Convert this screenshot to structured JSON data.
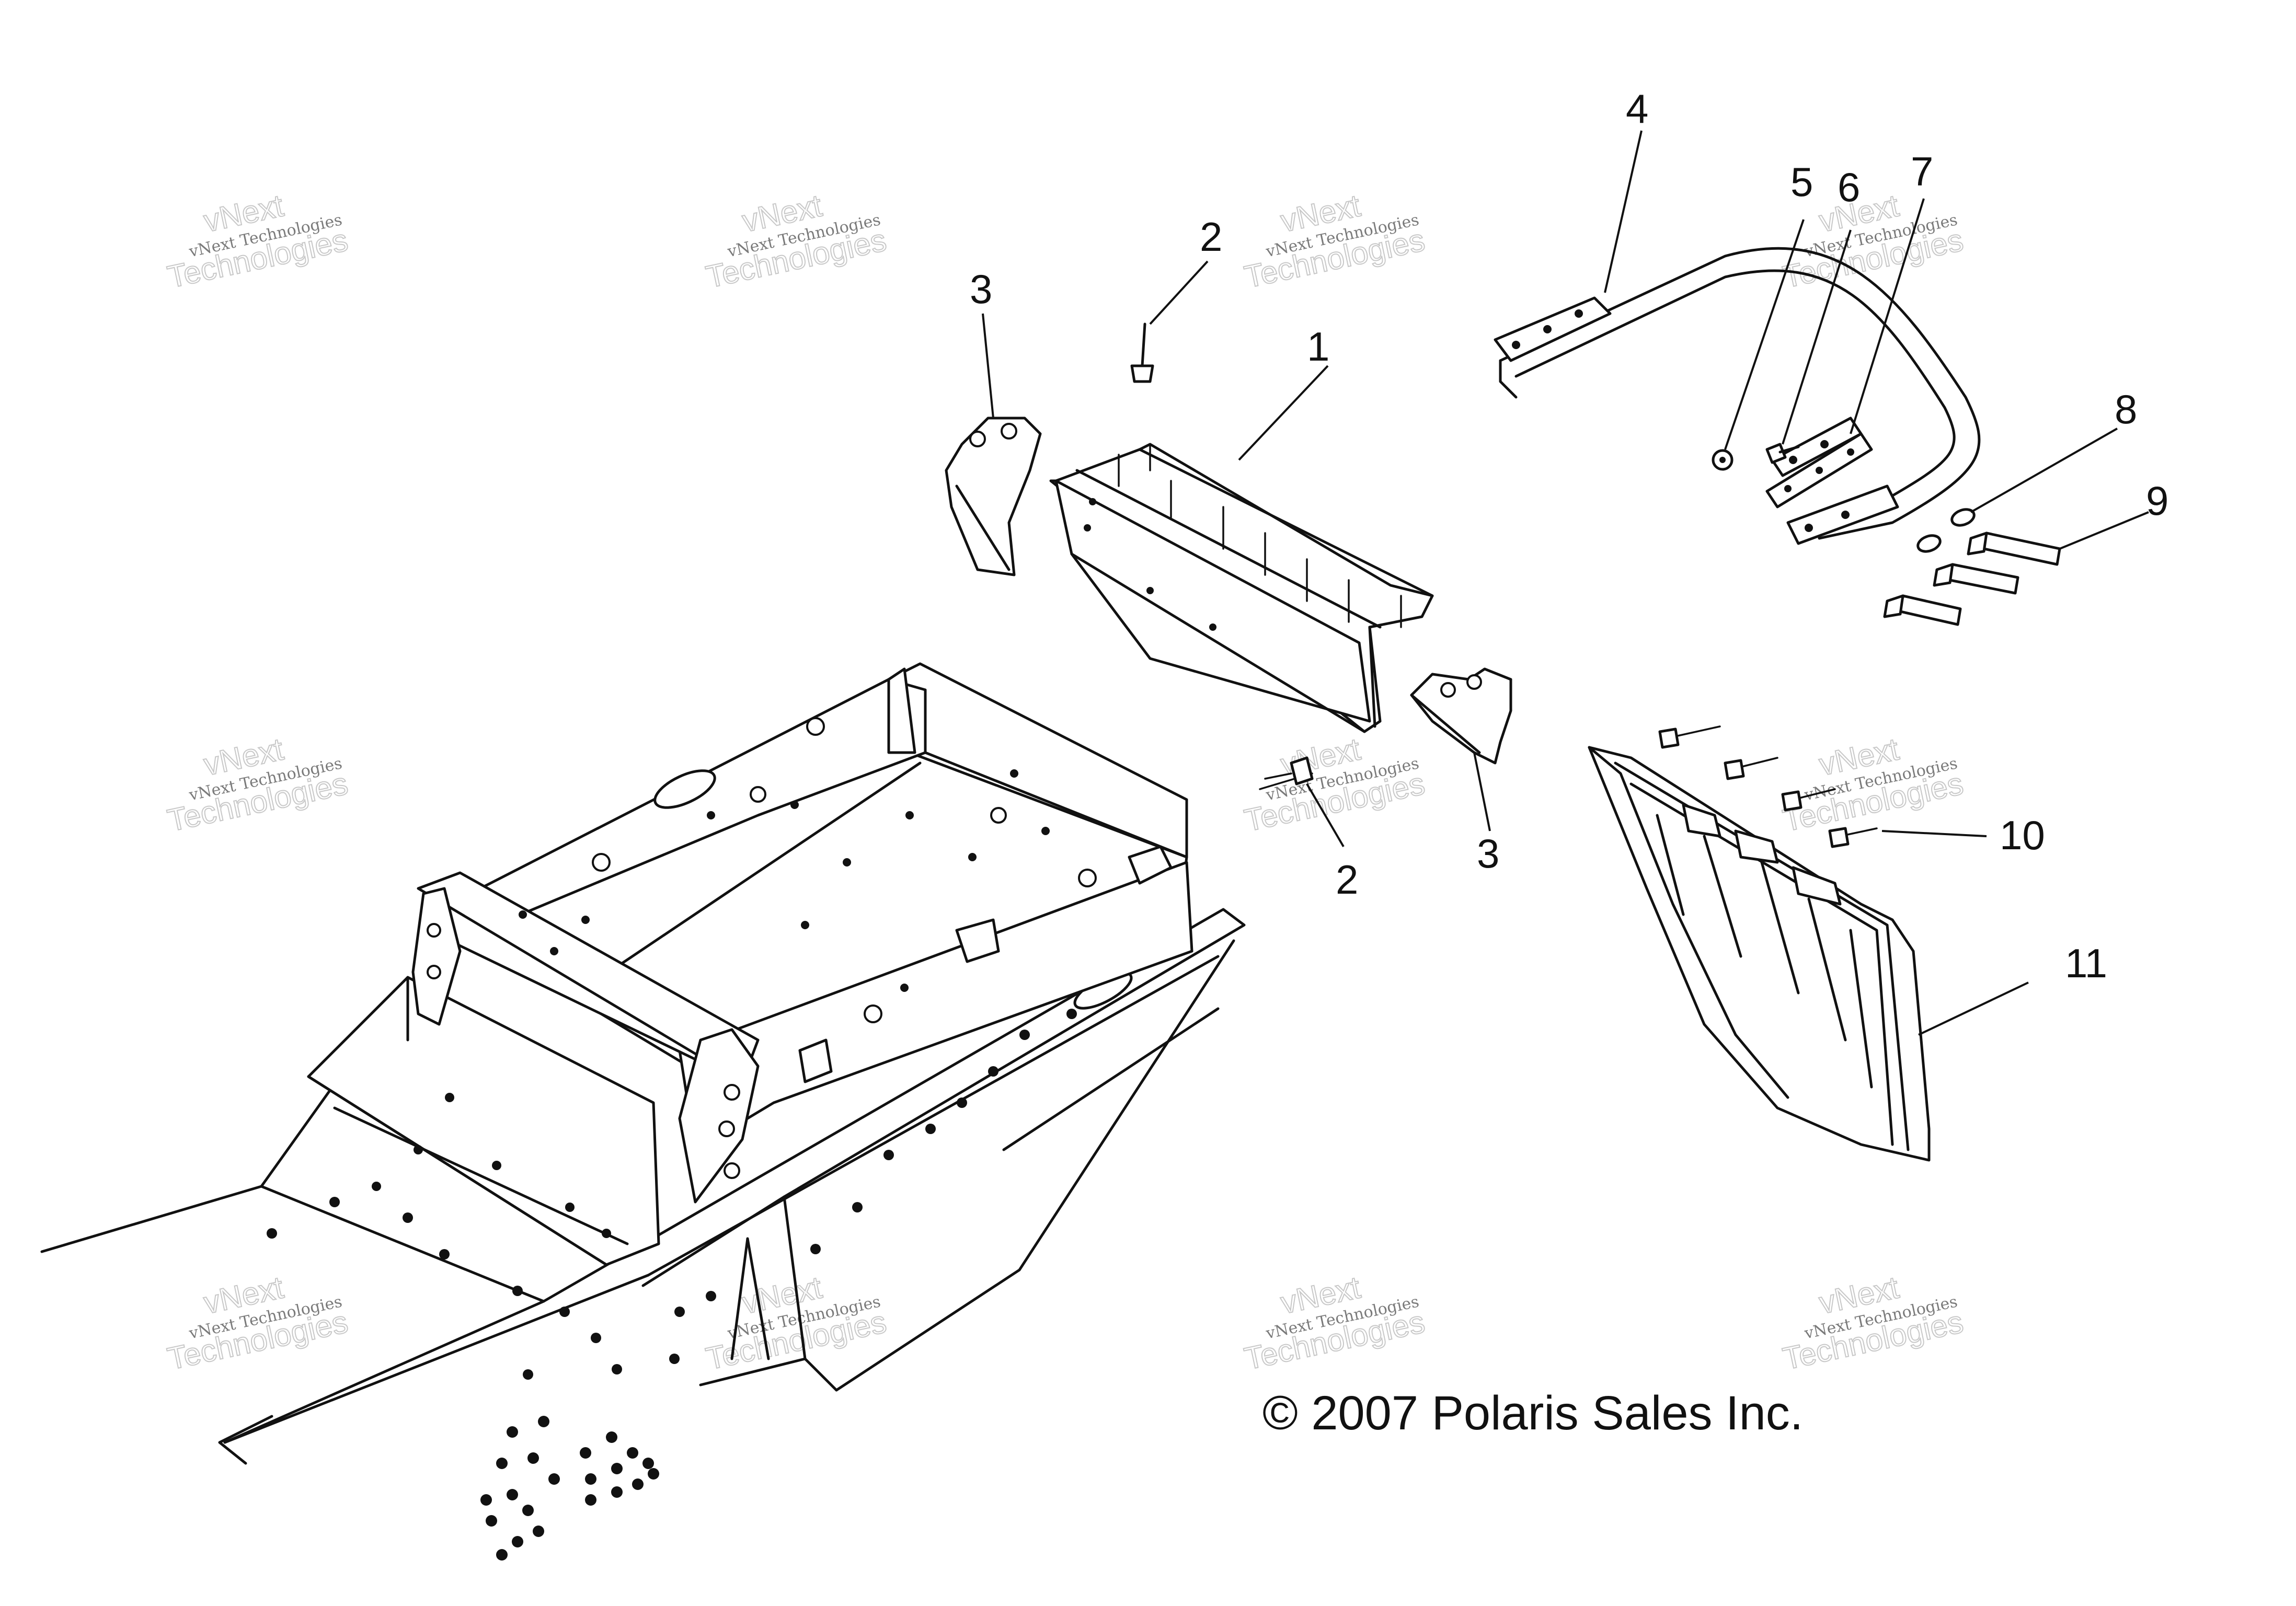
{
  "copyright": "© 2007 Polaris Sales Inc.",
  "watermark": {
    "line1": "vNext Technologies",
    "line2": "vNext",
    "line3": "Technologies"
  },
  "callouts": [
    {
      "id": "1",
      "label": "1"
    },
    {
      "id": "2a",
      "label": "2"
    },
    {
      "id": "2b",
      "label": "2"
    },
    {
      "id": "3a",
      "label": "3"
    },
    {
      "id": "3b",
      "label": "3"
    },
    {
      "id": "4",
      "label": "4"
    },
    {
      "id": "5",
      "label": "5"
    },
    {
      "id": "6",
      "label": "6"
    },
    {
      "id": "7",
      "label": "7"
    },
    {
      "id": "8",
      "label": "8"
    },
    {
      "id": "9",
      "label": "9"
    },
    {
      "id": "10",
      "label": "10"
    },
    {
      "id": "11",
      "label": "11"
    }
  ]
}
